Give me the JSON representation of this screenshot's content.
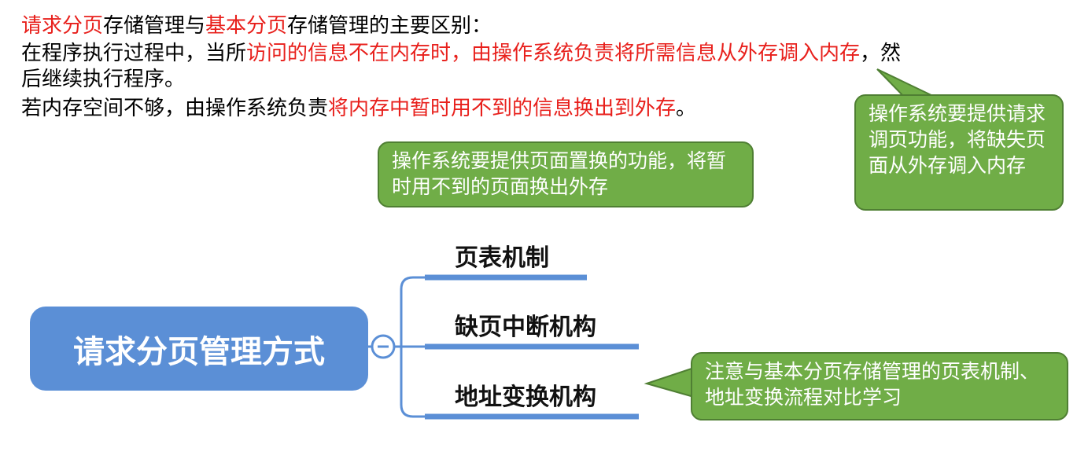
{
  "text": {
    "l1": [
      "请求分页",
      "存储管理与",
      "基本分页",
      "存储管理的主要区别："
    ],
    "l2": [
      "在程序执行过程中，当所",
      "访问的信息不在内存时，由操作系统负责将所需信息从外存调入内存",
      "，然"
    ],
    "l3": "后继续执行程序。",
    "l4": [
      "若内存空间不够，由操作系统负责",
      "将内存中暂时用不到的信息换出到外存",
      "。"
    ]
  },
  "callouts": {
    "replace": "操作系统要提供页面置换的功能，将暂时用不到的页面换出外存",
    "pagein": "操作系统要提供请求调页功能，将缺失页面从外存调入内存",
    "compare": "注意与基本分页存储管理的页表机制、地址变换流程对比学习"
  },
  "mindmap": {
    "root": "请求分页管理方式",
    "collapse": "−",
    "branches": [
      "页表机制",
      "缺页中断机构",
      "地址变换机构"
    ]
  },
  "colors": {
    "red": "#e8201c",
    "green": "#70ad47",
    "blue": "#5b8fd6"
  }
}
